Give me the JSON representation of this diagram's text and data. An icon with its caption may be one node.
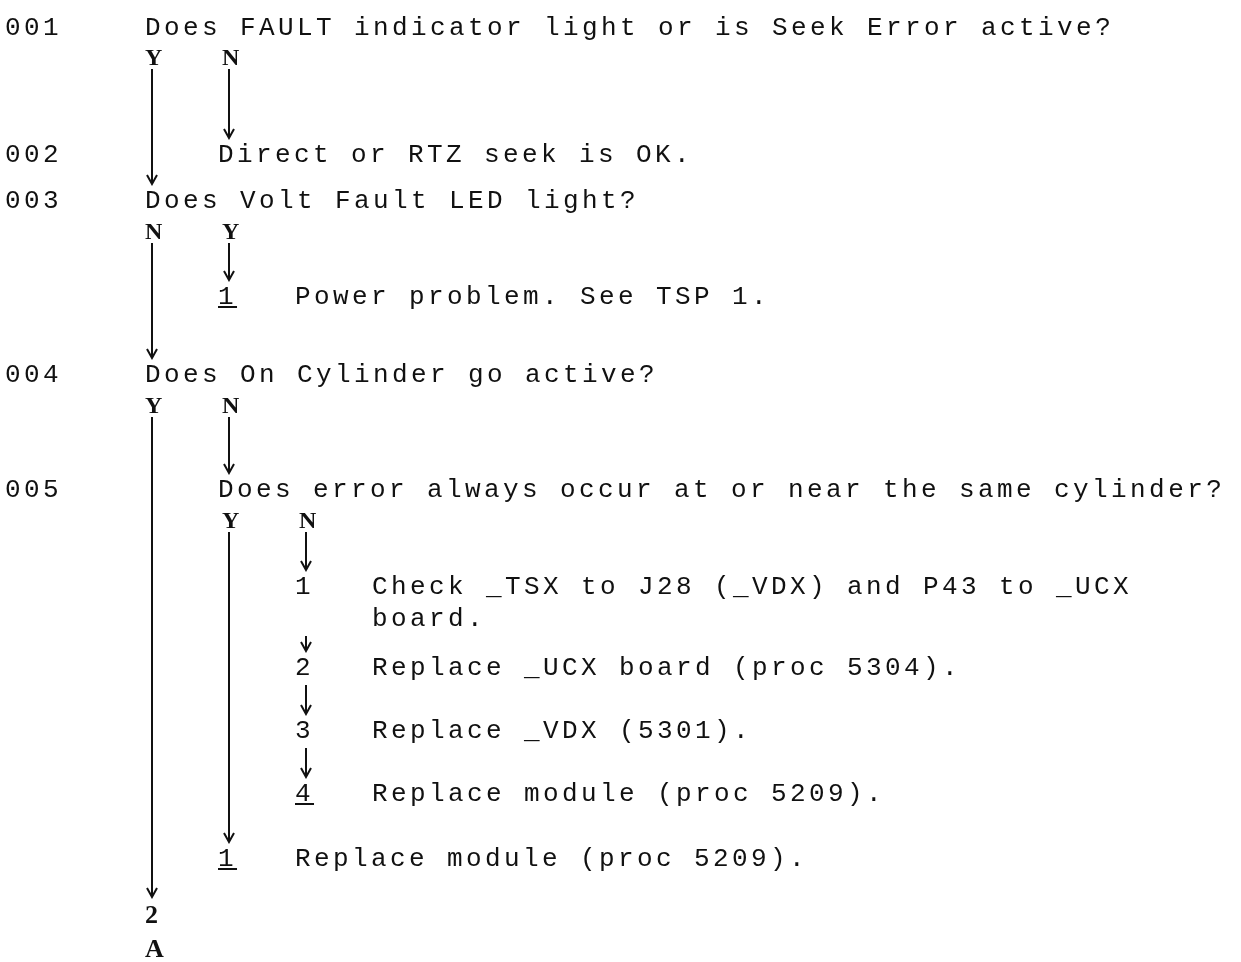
{
  "diagram": {
    "nodes": [
      {
        "text": [
          "Does FAULT indicator light or is Seek Error active?"
        ]
      },
      {
        "text": [
          "Direct or RTZ seek is OK."
        ]
      },
      {
        "text": [
          "Does Volt Fault LED light?"
        ]
      },
      {
        "text": [
          "1",
          "Power problem.  See TSP 1."
        ]
      },
      {
        "text": [
          "Does On Cylinder go active?"
        ]
      },
      {
        "text": [
          "Does error always occur at or near the same cylinder?"
        ]
      },
      {
        "text": [
          "1",
          "Check _TSX to J28 (_VDX) and P43 to _UCX board."
        ]
      },
      {
        "text": [
          "2",
          "Replace _UCX board (proc 5304)."
        ]
      },
      {
        "text": [
          "3",
          "Replace _VDX (5301)."
        ]
      },
      {
        "text": [
          "4",
          "Replace module (proc 5209)."
        ]
      },
      {
        "text": [
          "1",
          "Replace module (proc 5209)."
        ]
      },
      {
        "text": [
          "2",
          "A"
        ]
      }
    ],
    "edges": [
      {
        "from": 0,
        "to": 1,
        "arrow": "to",
        "label": "N"
      },
      {
        "from": 0,
        "to": 2,
        "arrow": "to",
        "label": "Y"
      },
      {
        "from": 2,
        "to": 3,
        "arrow": "to",
        "label": "Y"
      },
      {
        "from": 2,
        "to": 4,
        "arrow": "to",
        "label": "N"
      },
      {
        "from": 4,
        "to": 5,
        "arrow": "to",
        "label": "N"
      },
      {
        "from": 4,
        "to": 11,
        "arrow": "to",
        "label": "Y"
      },
      {
        "from": 5,
        "to": 6,
        "arrow": "to",
        "label": "N"
      },
      {
        "from": 6,
        "to": 7,
        "arrow": "to"
      },
      {
        "from": 7,
        "to": 8,
        "arrow": "to"
      },
      {
        "from": 8,
        "to": 9,
        "arrow": "to"
      },
      {
        "from": 5,
        "to": 10,
        "arrow": "to",
        "label": "Y"
      }
    ],
    "labels": [
      "001",
      "002",
      "003",
      "004",
      "005"
    ]
  }
}
